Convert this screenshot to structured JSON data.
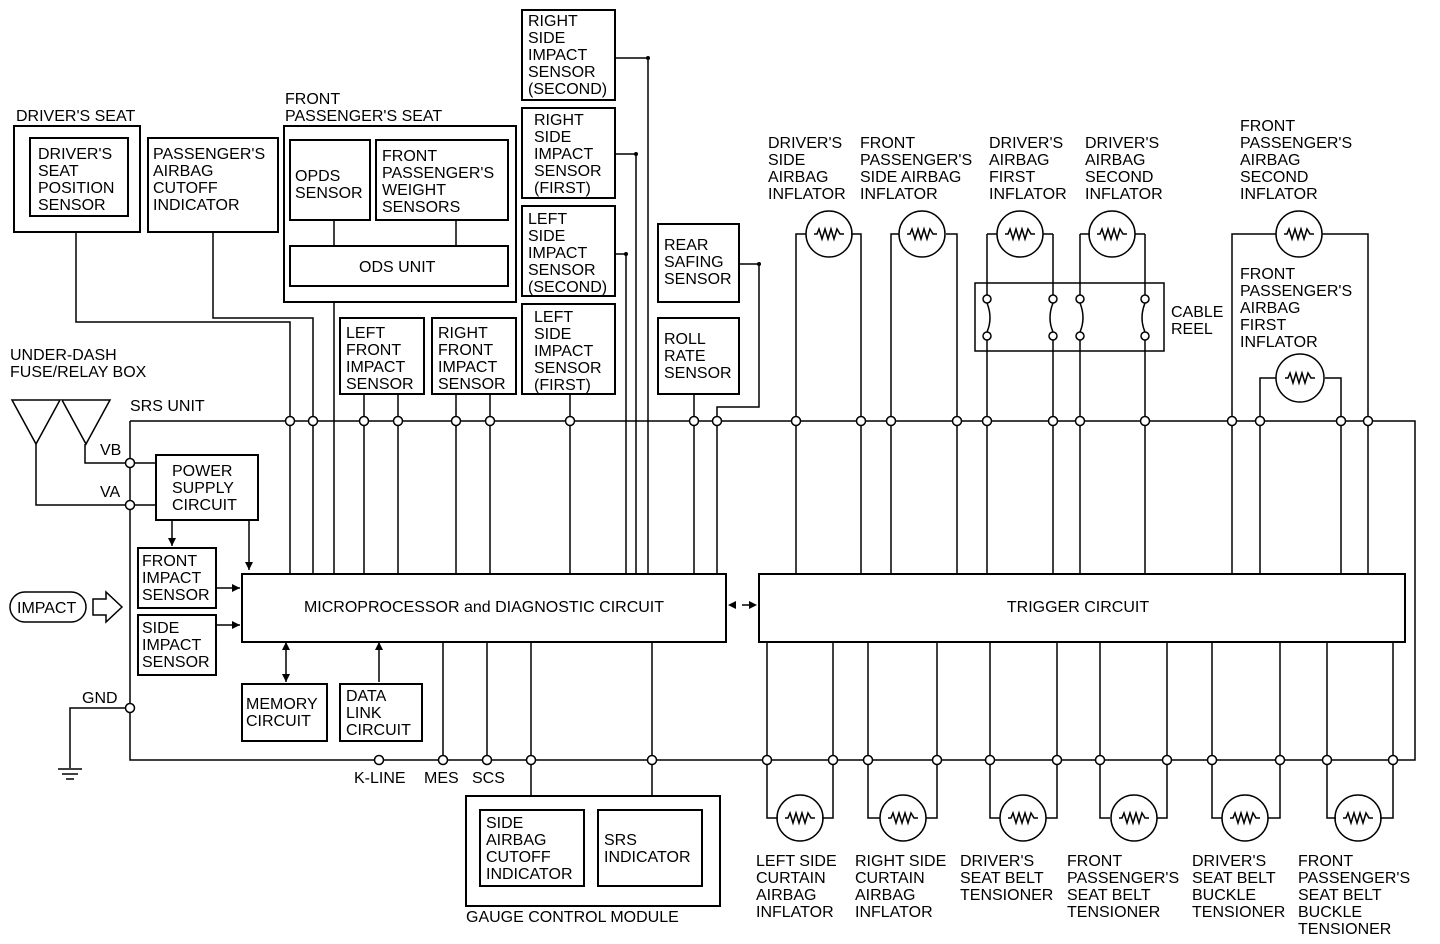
{
  "labels": {
    "drivers_seat_group": "DRIVER'S SEAT",
    "drivers_seat_position_sensor": [
      "DRIVER'S",
      "SEAT",
      "POSITION",
      "SENSOR"
    ],
    "passenger_airbag_cutoff_indicator": [
      "PASSENGER'S",
      "AIRBAG",
      "CUTOFF",
      "INDICATOR"
    ],
    "front_passenger_seat_group": [
      "FRONT",
      "PASSENGER'S SEAT"
    ],
    "opds_sensor": [
      "OPDS",
      "SENSOR"
    ],
    "front_passenger_weight_sensors": [
      "FRONT",
      "PASSENGER'S",
      "WEIGHT",
      "SENSORS"
    ],
    "ods_unit": "ODS UNIT",
    "right_side_impact_sensor_second": [
      "RIGHT",
      "SIDE",
      "IMPACT",
      "SENSOR",
      "(SECOND)"
    ],
    "right_side_impact_sensor_first": [
      "RIGHT",
      "SIDE",
      "IMPACT",
      "SENSOR",
      "(FIRST)"
    ],
    "left_side_impact_sensor_second": [
      "LEFT",
      "SIDE",
      "IMPACT",
      "SENSOR",
      "(SECOND)"
    ],
    "left_side_impact_sensor_first": [
      "LEFT",
      "SIDE",
      "IMPACT",
      "SENSOR",
      "(FIRST)"
    ],
    "rear_safing_sensor": [
      "REAR",
      "SAFING",
      "SENSOR"
    ],
    "roll_rate_sensor": [
      "ROLL",
      "RATE",
      "SENSOR"
    ],
    "left_front_impact_sensor": [
      "LEFT",
      "FRONT",
      "IMPACT",
      "SENSOR"
    ],
    "right_front_impact_sensor": [
      "RIGHT",
      "FRONT",
      "IMPACT",
      "SENSOR"
    ],
    "under_dash_fuse_box": [
      "UNDER-DASH",
      "FUSE/RELAY BOX"
    ],
    "srs_unit": "SRS UNIT",
    "vb": "VB",
    "va": "VA",
    "gnd": "GND",
    "power_supply_circuit": [
      "POWER",
      "SUPPLY",
      "CIRCUIT"
    ],
    "front_impact_sensor": [
      "FRONT",
      "IMPACT",
      "SENSOR"
    ],
    "side_impact_sensor": [
      "SIDE",
      "IMPACT",
      "SENSOR"
    ],
    "impact": "IMPACT",
    "microprocessor": "MICROPROCESSOR and DIAGNOSTIC CIRCUIT",
    "trigger_circuit": "TRIGGER CIRCUIT",
    "memory_circuit": [
      "MEMORY",
      "CIRCUIT"
    ],
    "data_link_circuit": [
      "DATA",
      "LINK",
      "CIRCUIT"
    ],
    "k_line": "K-LINE",
    "mes": "MES",
    "scs": "SCS",
    "side_airbag_cutoff_indicator": [
      "SIDE",
      "AIRBAG",
      "CUTOFF",
      "INDICATOR"
    ],
    "srs_indicator": [
      "SRS",
      "INDICATOR"
    ],
    "gauge_control_module": "GAUGE CONTROL MODULE",
    "drivers_side_airbag_inflator": [
      "DRIVER'S",
      "SIDE",
      "AIRBAG",
      "INFLATOR"
    ],
    "front_passenger_side_airbag_inflator": [
      "FRONT",
      "PASSENGER'S",
      "SIDE AIRBAG",
      "INFLATOR"
    ],
    "drivers_airbag_first_inflator": [
      "DRIVER'S",
      "AIRBAG",
      "FIRST",
      "INFLATOR"
    ],
    "drivers_airbag_second_inflator": [
      "DRIVER'S",
      "AIRBAG",
      "SECOND",
      "INFLATOR"
    ],
    "front_passenger_airbag_second_inflator": [
      "FRONT",
      "PASSENGER'S",
      "AIRBAG",
      "SECOND",
      "INFLATOR"
    ],
    "front_passenger_airbag_first_inflator": [
      "FRONT",
      "PASSENGER'S",
      "AIRBAG",
      "FIRST",
      "INFLATOR"
    ],
    "cable_reel": [
      "CABLE",
      "REEL"
    ],
    "left_side_curtain_airbag_inflator": [
      "LEFT SIDE",
      "CURTAIN",
      "AIRBAG",
      "INFLATOR"
    ],
    "right_side_curtain_airbag_inflator": [
      "RIGHT SIDE",
      "CURTAIN",
      "AIRBAG",
      "INFLATOR"
    ],
    "drivers_seat_belt_tensioner": [
      "DRIVER'S",
      "SEAT BELT",
      "TENSIONER"
    ],
    "front_passenger_seat_belt_tensioner": [
      "FRONT",
      "PASSENGER'S",
      "SEAT BELT",
      "TENSIONER"
    ],
    "drivers_seat_belt_buckle_tensioner": [
      "DRIVER'S",
      "SEAT BELT",
      "BUCKLE",
      "TENSIONER"
    ],
    "front_passenger_seat_belt_buckle_tensioner": [
      "FRONT",
      "PASSENGER'S",
      "SEAT BELT",
      "BUCKLE",
      "TENSIONER"
    ]
  }
}
